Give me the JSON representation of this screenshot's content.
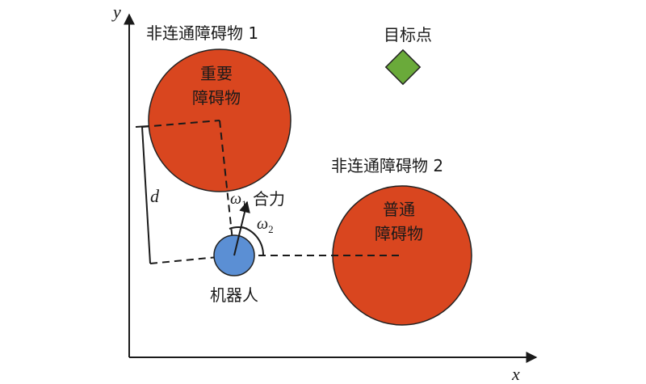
{
  "axes": {
    "x_label": "x",
    "y_label": "y"
  },
  "obstacle_1": {
    "title": "非连通障碍物 1",
    "inner_line_1": "重要",
    "inner_line_2": "障碍物",
    "fill_color": "#d9461f"
  },
  "obstacle_2": {
    "title": "非连通障碍物 2",
    "inner_line_1": "普通",
    "inner_line_2": "障碍物",
    "fill_color": "#d9461f"
  },
  "target": {
    "label": "目标点",
    "fill_color": "#6aaa3a"
  },
  "robot": {
    "label": "机器人",
    "fill_color": "#5b8fd4"
  },
  "force": {
    "omega1_symbol": "ω",
    "omega1_sub": "1",
    "label": "合力",
    "omega2_symbol": "ω",
    "omega2_sub": "2"
  },
  "distance": {
    "label": "d"
  }
}
